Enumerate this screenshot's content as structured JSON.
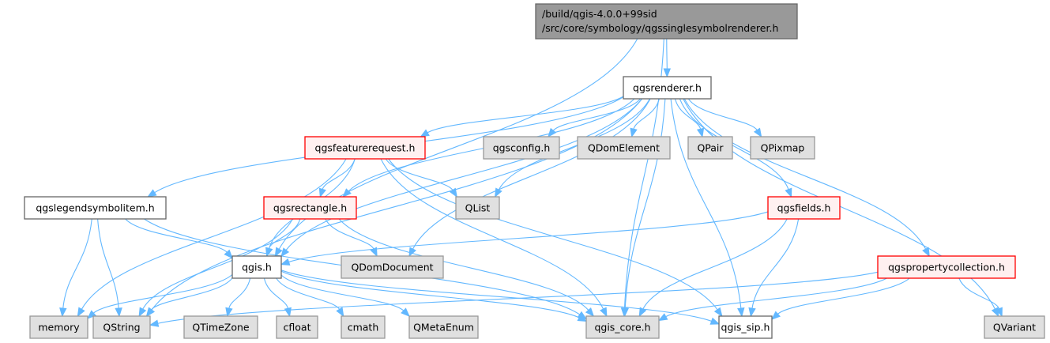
{
  "diagram": {
    "type": "include-dependency-graph",
    "styles": {
      "root": {
        "fill": "#999999",
        "stroke": "#666666"
      },
      "normal": {
        "fill": "#ffffff",
        "stroke": "#666666"
      },
      "red": {
        "fill": "#fff0f0",
        "stroke": "#ff0000"
      },
      "external": {
        "fill": "#e0e0e0",
        "stroke": "#999999"
      },
      "edge": "#63b8ff"
    },
    "nodes": [
      {
        "id": "root",
        "label_lines": [
          "/build/qgis-4.0.0+99sid",
          "/src/core/symbology/qgssinglesymbolrenderer.h"
        ],
        "style": "root"
      },
      {
        "id": "qgsrenderer",
        "label_lines": [
          "qgsrenderer.h"
        ],
        "style": "normal"
      },
      {
        "id": "qgsfeaturerequest",
        "label_lines": [
          "qgsfeaturerequest.h"
        ],
        "style": "red"
      },
      {
        "id": "qgsconfig",
        "label_lines": [
          "qgsconfig.h"
        ],
        "style": "external"
      },
      {
        "id": "QDomElement",
        "label_lines": [
          "QDomElement"
        ],
        "style": "external"
      },
      {
        "id": "QPair",
        "label_lines": [
          "QPair"
        ],
        "style": "external"
      },
      {
        "id": "QPixmap",
        "label_lines": [
          "QPixmap"
        ],
        "style": "external"
      },
      {
        "id": "qgslegendsymbolitem",
        "label_lines": [
          "qgslegendsymbolitem.h"
        ],
        "style": "normal"
      },
      {
        "id": "qgsrectangle",
        "label_lines": [
          "qgsrectangle.h"
        ],
        "style": "red"
      },
      {
        "id": "QList",
        "label_lines": [
          "QList"
        ],
        "style": "external"
      },
      {
        "id": "qgsfields",
        "label_lines": [
          "qgsfields.h"
        ],
        "style": "red"
      },
      {
        "id": "qgis",
        "label_lines": [
          "qgis.h"
        ],
        "style": "normal"
      },
      {
        "id": "QDomDocument",
        "label_lines": [
          "QDomDocument"
        ],
        "style": "external"
      },
      {
        "id": "qgspropertycollection",
        "label_lines": [
          "qgspropertycollection.h"
        ],
        "style": "red"
      },
      {
        "id": "memory",
        "label_lines": [
          "memory"
        ],
        "style": "external"
      },
      {
        "id": "QString",
        "label_lines": [
          "QString"
        ],
        "style": "external"
      },
      {
        "id": "QTimeZone",
        "label_lines": [
          "QTimeZone"
        ],
        "style": "external"
      },
      {
        "id": "cfloat",
        "label_lines": [
          "cfloat"
        ],
        "style": "external"
      },
      {
        "id": "cmath",
        "label_lines": [
          "cmath"
        ],
        "style": "external"
      },
      {
        "id": "QMetaEnum",
        "label_lines": [
          "QMetaEnum"
        ],
        "style": "external"
      },
      {
        "id": "qgis_core",
        "label_lines": [
          "qgis_core.h"
        ],
        "style": "external"
      },
      {
        "id": "qgis_sip",
        "label_lines": [
          "qgis_sip.h"
        ],
        "style": "normal"
      },
      {
        "id": "QVariant",
        "label_lines": [
          "QVariant"
        ],
        "style": "external"
      }
    ],
    "edges": [
      [
        "root",
        "qgsrenderer"
      ],
      [
        "root",
        "qgis"
      ],
      [
        "root",
        "qgis_core"
      ],
      [
        "qgsrenderer",
        "qgsfeaturerequest"
      ],
      [
        "qgsrenderer",
        "qgsconfig"
      ],
      [
        "qgsrenderer",
        "QDomElement"
      ],
      [
        "qgsrenderer",
        "QPair"
      ],
      [
        "qgsrenderer",
        "QPixmap"
      ],
      [
        "qgsrenderer",
        "qgslegendsymbolitem"
      ],
      [
        "qgsrenderer",
        "qgsrectangle"
      ],
      [
        "qgsrenderer",
        "QList"
      ],
      [
        "qgsrenderer",
        "qgsfields"
      ],
      [
        "qgsrenderer",
        "qgis"
      ],
      [
        "qgsrenderer",
        "QDomDocument"
      ],
      [
        "qgsrenderer",
        "qgspropertycollection"
      ],
      [
        "qgsrenderer",
        "QString"
      ],
      [
        "qgsrenderer",
        "qgis_core"
      ],
      [
        "qgsrenderer",
        "qgis_sip"
      ],
      [
        "qgsrenderer",
        "QVariant"
      ],
      [
        "qgsfeaturerequest",
        "qgsrectangle"
      ],
      [
        "qgsfeaturerequest",
        "QList"
      ],
      [
        "qgsfeaturerequest",
        "qgis"
      ],
      [
        "qgsfeaturerequest",
        "memory"
      ],
      [
        "qgsfeaturerequest",
        "qgis_core"
      ],
      [
        "qgsfeaturerequest",
        "qgis_sip"
      ],
      [
        "qgslegendsymbolitem",
        "qgis"
      ],
      [
        "qgslegendsymbolitem",
        "memory"
      ],
      [
        "qgslegendsymbolitem",
        "QString"
      ],
      [
        "qgslegendsymbolitem",
        "qgis_core"
      ],
      [
        "qgsrectangle",
        "qgis"
      ],
      [
        "qgsrectangle",
        "QDomDocument"
      ],
      [
        "qgsrectangle",
        "QString"
      ],
      [
        "qgsrectangle",
        "qgis_core"
      ],
      [
        "qgsfields",
        "qgis"
      ],
      [
        "qgsfields",
        "qgis_core"
      ],
      [
        "qgsfields",
        "qgis_sip"
      ],
      [
        "qgis",
        "memory"
      ],
      [
        "qgis",
        "QString"
      ],
      [
        "qgis",
        "QTimeZone"
      ],
      [
        "qgis",
        "cfloat"
      ],
      [
        "qgis",
        "cmath"
      ],
      [
        "qgis",
        "QMetaEnum"
      ],
      [
        "qgis",
        "qgis_core"
      ],
      [
        "qgis",
        "qgis_sip"
      ],
      [
        "qgspropertycollection",
        "QString"
      ],
      [
        "qgspropertycollection",
        "qgis_core"
      ],
      [
        "qgspropertycollection",
        "qgis_sip"
      ],
      [
        "qgspropertycollection",
        "QVariant"
      ]
    ]
  }
}
